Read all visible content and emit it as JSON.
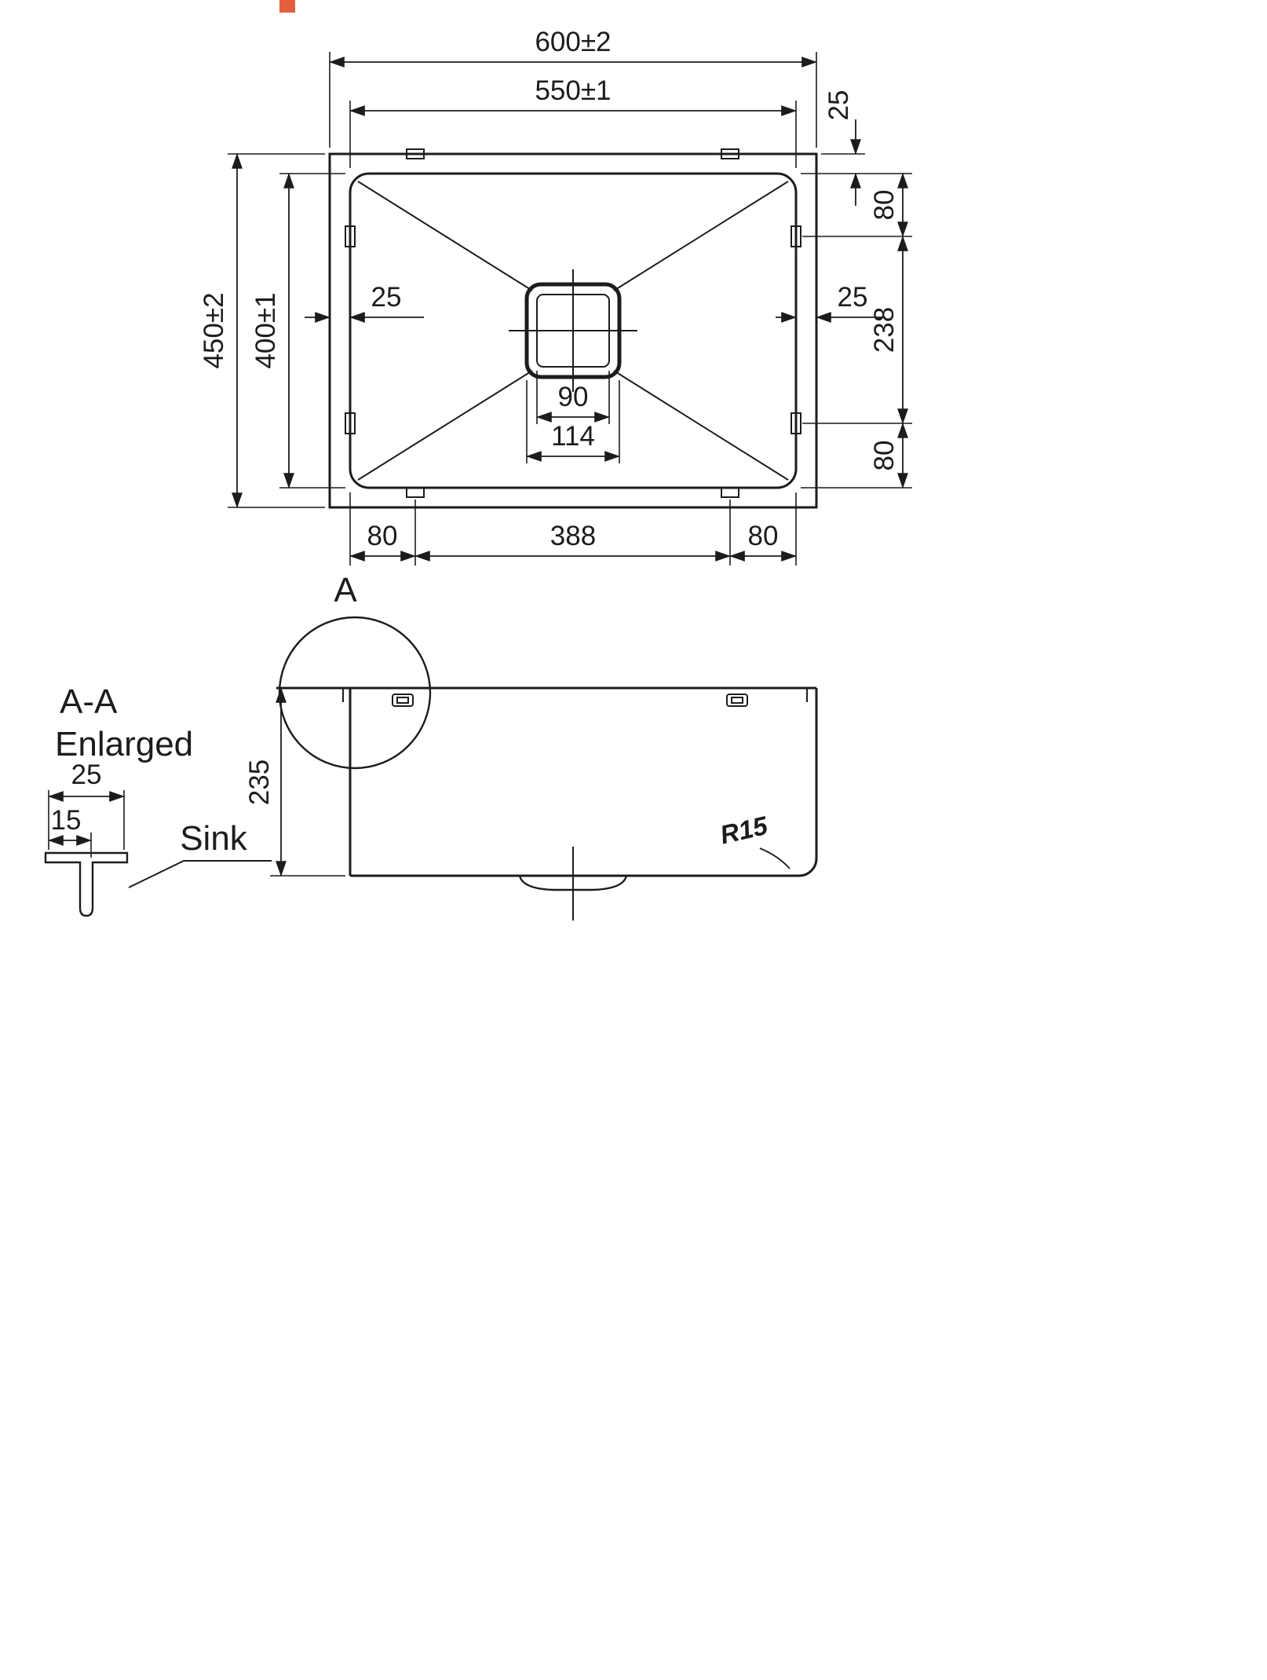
{
  "colors": {
    "line": "#1c1c1c",
    "accent": "#e2603d"
  },
  "top_view": {
    "dim_width_outer": "600±2",
    "dim_width_inner": "550±1",
    "dim_rim_top": "25",
    "dim_rim_left": "25",
    "dim_rim_right": "25",
    "dim_clip_top": "80",
    "dim_clip_span": "238",
    "dim_clip_bottom": "80",
    "dim_drain_inner": "90",
    "dim_drain_outer": "114",
    "dim_height_outer": "450±2",
    "dim_height_inner": "400±1",
    "dim_bottom_left": "80",
    "dim_bottom_center": "388",
    "dim_bottom_right": "80"
  },
  "section_view": {
    "detail_mark": "A",
    "dim_depth": "235",
    "dim_radius": "R15"
  },
  "detail_view": {
    "title": "A-A",
    "subtitle": "Enlarged",
    "dim_flange_width": "25",
    "dim_flange_inset": "15",
    "callout": "Sink"
  }
}
